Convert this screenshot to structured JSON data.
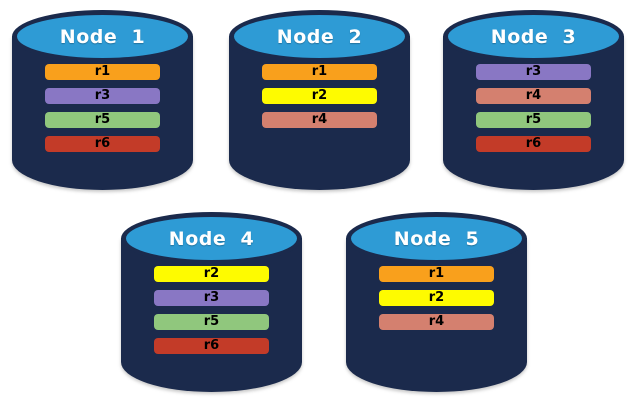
{
  "diagram": {
    "description": "Five database node cylinders holding colored replica bars",
    "background": "#FFFFFF"
  },
  "colors": {
    "cylinder_body": "#1B2A4C",
    "cylinder_top": "#2E9BD5",
    "title_text": "#FFFFFF",
    "bar_text": "#000000",
    "replicas": {
      "r1": "#F9A01C",
      "r2": "#FEFB00",
      "r3": "#8977C4",
      "r4": "#D4806F",
      "r5": "#90C77D",
      "r6": "#C33B28"
    }
  },
  "nodes": [
    {
      "id": "node-1",
      "label": "Node  1",
      "replicas": [
        "r1",
        "r3",
        "r5",
        "r6"
      ]
    },
    {
      "id": "node-2",
      "label": "Node  2",
      "replicas": [
        "r1",
        "r2",
        "r4"
      ]
    },
    {
      "id": "node-3",
      "label": "Node  3",
      "replicas": [
        "r3",
        "r4",
        "r5",
        "r6"
      ]
    },
    {
      "id": "node-4",
      "label": "Node  4",
      "replicas": [
        "r2",
        "r3",
        "r5",
        "r6"
      ]
    },
    {
      "id": "node-5",
      "label": "Node  5",
      "replicas": [
        "r1",
        "r2",
        "r4"
      ]
    }
  ]
}
